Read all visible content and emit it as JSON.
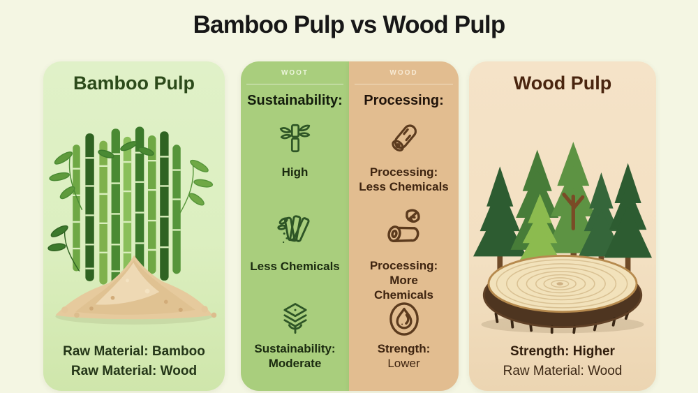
{
  "title": "Bamboo Pulp vs Wood Pulp",
  "colors": {
    "background": "#f4f6e3",
    "bamboo_panel_bg": "#dcefc0",
    "bamboo_column_bg": "#a9ce7d",
    "wood_column_bg": "#e2bd90",
    "wood_panel_bg": "#f3e0c2",
    "bamboo_accent_text": "#2c4a1a",
    "wood_accent_text": "#4a250f",
    "title_text": "#171717"
  },
  "bamboo_panel": {
    "title": "Bamboo Pulp",
    "illustration": "bamboo-stalks-with-pulp-pile",
    "footer_lines": [
      "Raw Material: Bamboo",
      "Raw Material: Wood"
    ]
  },
  "bamboo_column": {
    "watermark": "WOOT",
    "heading": "Sustainability:",
    "items": [
      {
        "icon": "bamboo-stalk-icon",
        "lines": [
          "High"
        ]
      },
      {
        "icon": "bamboo-sticks-icon",
        "lines": [
          "Less Chemicals"
        ]
      },
      {
        "icon": "layered-leaves-icon",
        "lines": [
          "Sustainability:",
          "Moderate"
        ]
      }
    ]
  },
  "wood_column": {
    "watermark": "WOOD",
    "heading": "Processing:",
    "items": [
      {
        "icon": "log-icon",
        "lines": [
          "Processing:",
          "Less Chemicals"
        ]
      },
      {
        "icon": "log-and-leaf-icon",
        "lines": [
          "Processing: More",
          "Chemicals"
        ]
      },
      {
        "icon": "flame-circle-icon",
        "lines": [
          "Strength:",
          "Lower"
        ]
      }
    ]
  },
  "wood_panel": {
    "title": "Wood Pulp",
    "illustration": "pine-forest-with-wood-slice",
    "footer_lines": [
      "Strength: Higher",
      "Raw Material: Wood"
    ]
  }
}
